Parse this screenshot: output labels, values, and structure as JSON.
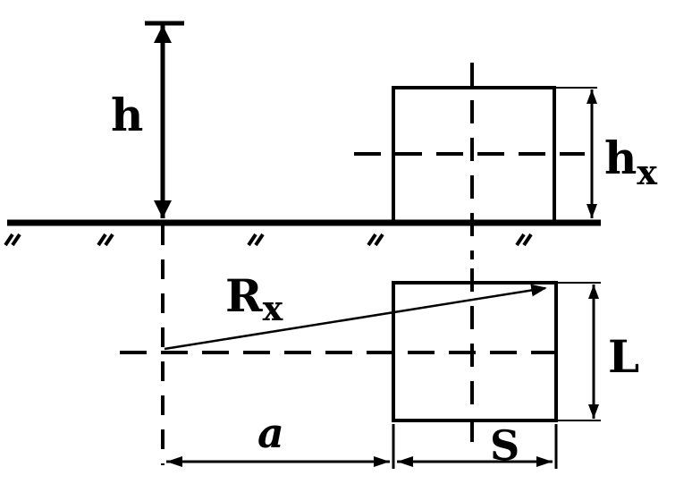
{
  "labels": {
    "h": "h",
    "hx_main": "h",
    "hx_sub": "x",
    "rx_main": "R",
    "rx_sub": "x",
    "L": "L",
    "a": "a",
    "S": "S"
  },
  "colors": {
    "ink": "#000000",
    "background": "#ffffff"
  }
}
